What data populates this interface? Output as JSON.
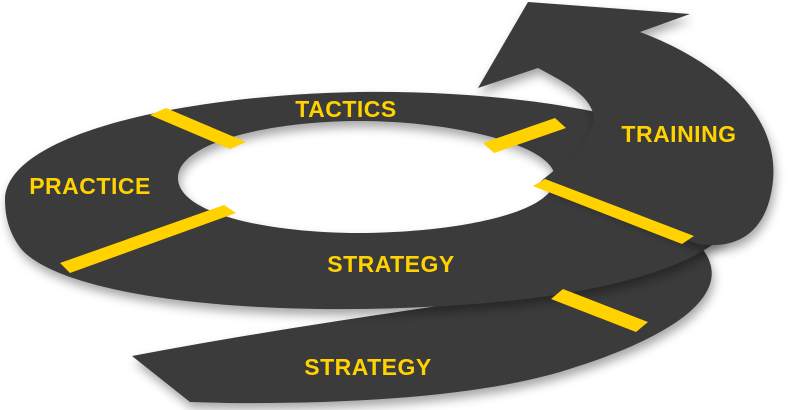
{
  "labels": {
    "tactics": "TACTICS",
    "training": "TRAINING",
    "practice": "PRACTICE",
    "strategy_upper": "STRATEGY",
    "strategy_lower": "STRATEGY"
  },
  "colors": {
    "road": "#3a3a3a",
    "stripe": "#ffd200",
    "background": "#ffffff"
  }
}
